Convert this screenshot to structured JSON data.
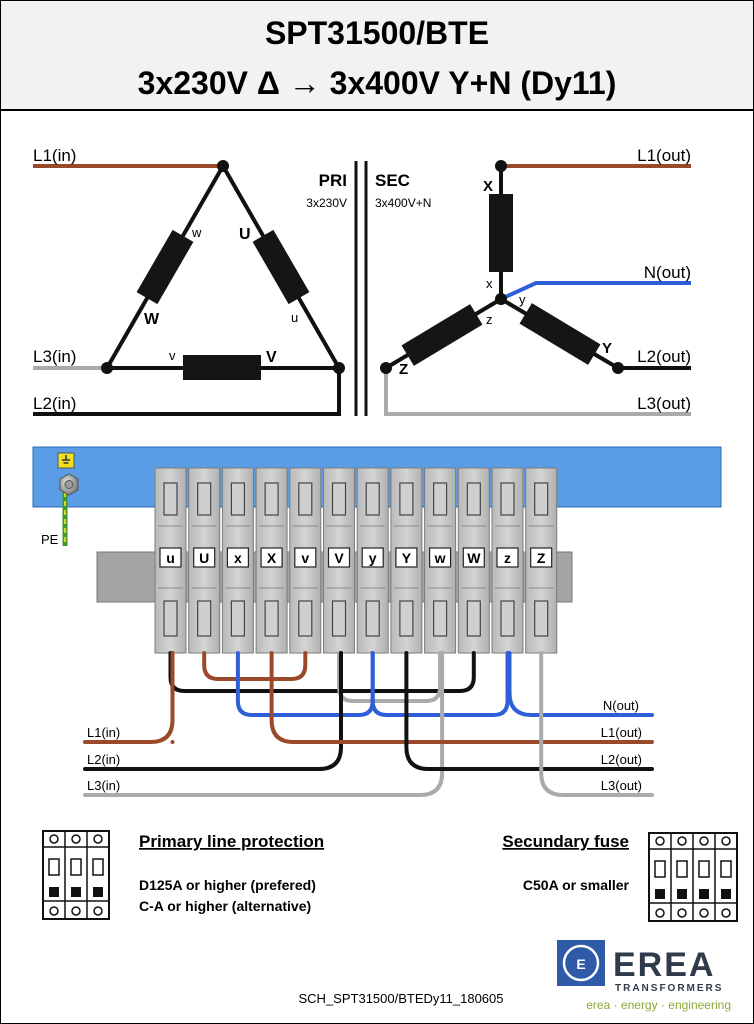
{
  "header": {
    "title": "SPT31500/BTE",
    "subtitle": "3x230V Δ → 3x400V Y+N  (Dy11)"
  },
  "schematic": {
    "primary": {
      "label": "PRI",
      "voltage": "3x230V",
      "lines": {
        "l1": "L1(in)",
        "l2": "L2(in)",
        "l3": "L3(in)"
      },
      "windings": {
        "w_start": "w",
        "w_end": "W",
        "u_start": "u",
        "u_end": "U",
        "v_start": "v",
        "v_end": "V"
      }
    },
    "secondary": {
      "label": "SEC",
      "voltage": "3x400V+N",
      "lines": {
        "l1": "L1(out)",
        "n": "N(out)",
        "l2": "L2(out)",
        "l3": "L3(out)"
      },
      "windings": {
        "x_end": "X",
        "x_start": "x",
        "y_start": "y",
        "y_end": "Y",
        "z_start": "z",
        "z_end": "Z"
      }
    }
  },
  "terminal_block": {
    "pe_label": "PE",
    "terminals": [
      "u",
      "U",
      "x",
      "X",
      "v",
      "V",
      "y",
      "Y",
      "w",
      "W",
      "z",
      "Z"
    ],
    "wires_in": [
      "L1(in)",
      "L2(in)",
      "L3(in)"
    ],
    "wires_out": [
      "N(out)",
      "L1(out)",
      "L2(out)",
      "L3(out)"
    ]
  },
  "protection": {
    "primary": {
      "title": "Primary line protection",
      "line1": "D125A or higher (prefered)",
      "line2": "C-A or higher (alternative)"
    },
    "secondary": {
      "title": "Secundary fuse",
      "line1": "C50A or smaller"
    }
  },
  "footer": {
    "doc_id": "SCH_SPT31500/BTEDy11_180605",
    "brand": "EREA",
    "brand_sub": "TRANSFORMERS",
    "tagline": "erea · energy · engineering"
  },
  "colors": {
    "brown": "#9a4a2b",
    "blue": "#2f5fd8",
    "grey": "#aaaaaa",
    "rail": "#5a9de6",
    "black": "#111111"
  }
}
